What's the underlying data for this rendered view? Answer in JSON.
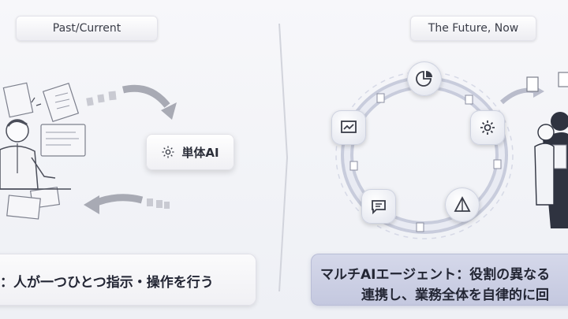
{
  "left_panel": {
    "tab_label": "Past/Current",
    "single_ai_label": "単体AI",
    "single_ai_icon": "gear-icon",
    "banner_text": "：人が一つひとつ指示・操作を行う"
  },
  "right_panel": {
    "tab_label": "The Future, Now",
    "banner_line1": "マルチAIエージェント：役割の異なる",
    "banner_line2": "連携し、業務全体を自律的に回",
    "agent_icons": [
      "pie-chart-icon",
      "gear-icon",
      "triangle-icon",
      "chat-icon",
      "trend-chart-icon"
    ]
  }
}
